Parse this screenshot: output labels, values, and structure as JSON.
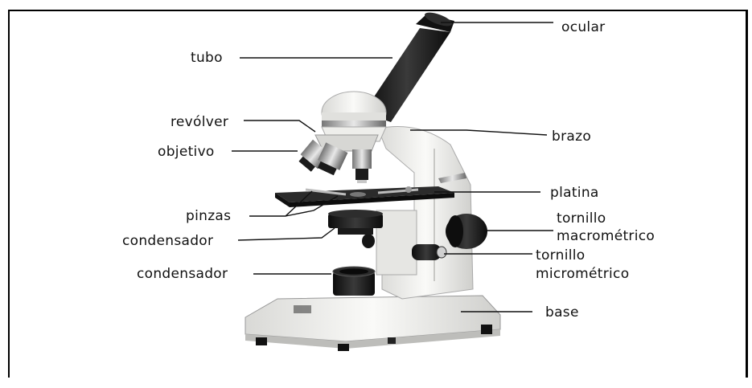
{
  "labels": {
    "ocular": "ocular",
    "tubo": "tubo",
    "revolver": "revólver",
    "objetivo": "objetivo",
    "brazo": "brazo",
    "platina": "platina",
    "pinzas": "pinzas",
    "condensador_1": "condensador",
    "condensador_2": "condensador",
    "tornillo_macro_1": "tornillo",
    "tornillo_macro_2": "macrométrico",
    "tornillo_micro_1": "tornillo",
    "tornillo_micro_2": "micrométrico",
    "base": "base"
  },
  "colors": {
    "body_white": "#f2f2f0",
    "dark_metal": "#1c1c1c",
    "leader": "#111111"
  }
}
